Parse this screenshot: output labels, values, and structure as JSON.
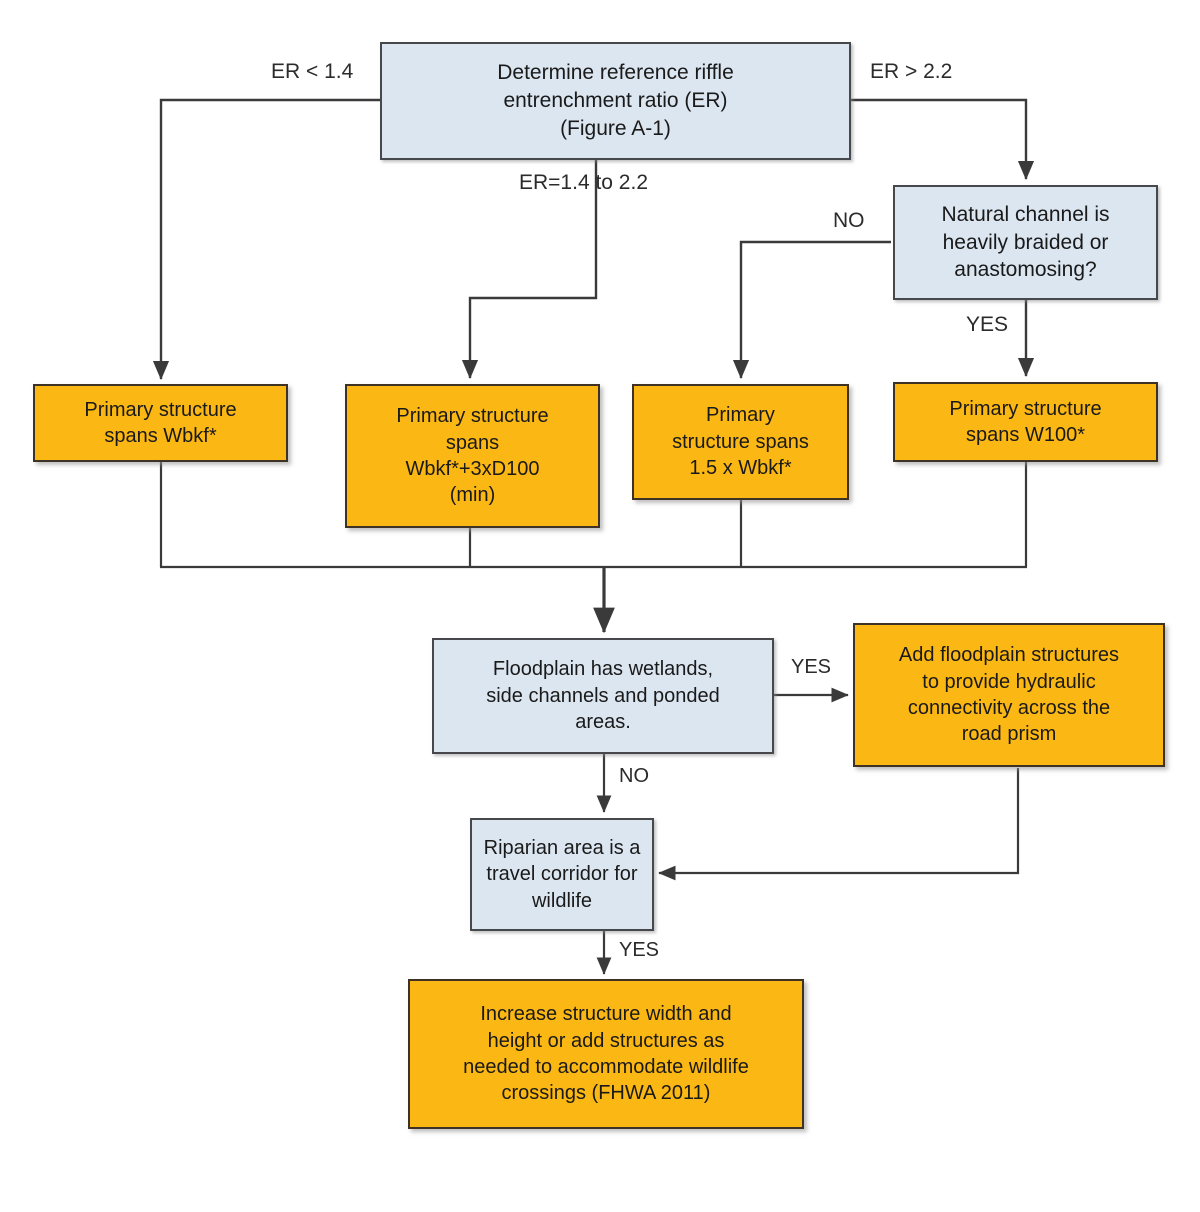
{
  "diagram": {
    "title": "Stream crossing structure sizing decision flowchart",
    "colors": {
      "decision_fill": "#dce6f1",
      "action_fill": "#fbb713",
      "decision_border": "#46484b",
      "action_border": "#3d3223",
      "connector": "#3a3a3a",
      "background": "#ffffff"
    },
    "nodes": [
      {
        "id": "determine-er",
        "kind": "decision",
        "text": "Determine reference riffle\nentrenchment ratio (ER)\n(Figure A-1)"
      },
      {
        "id": "natural-channel-braided",
        "kind": "decision",
        "text": "Natural channel is\nheavily braided or\nanastomosing?"
      },
      {
        "id": "primary-spans-wbkf",
        "kind": "action",
        "text": "Primary structure\nspans Wbkf*"
      },
      {
        "id": "primary-spans-wbkf-3xd100",
        "kind": "action",
        "text": "Primary structure\nspans\nWbkf*+3xD100\n(min)"
      },
      {
        "id": "primary-spans-1-5-wbkf",
        "kind": "action",
        "text": "Primary\nstructure spans\n1.5 x Wbkf*"
      },
      {
        "id": "primary-spans-w100",
        "kind": "action",
        "text": "Primary structure\nspans W100*"
      },
      {
        "id": "floodplain-wetlands",
        "kind": "decision",
        "text": "Floodplain has wetlands,\nside channels and ponded\nareas."
      },
      {
        "id": "add-floodplain-structures",
        "kind": "action",
        "text": "Add floodplain structures\nto provide hydraulic\nconnectivity across the\nroad prism"
      },
      {
        "id": "riparian-travel-corridor",
        "kind": "decision",
        "text": "Riparian area is a\ntravel corridor for\nwildlife"
      },
      {
        "id": "increase-structure-width",
        "kind": "action",
        "text": "Increase structure width and\nheight or add structures as\nneeded to accommodate wildlife\ncrossings  (FHWA 2011)"
      }
    ],
    "edge_labels": [
      {
        "id": "er-less-than-1-4",
        "text": "ER < 1.4"
      },
      {
        "id": "er-greater-than-2-2",
        "text": "ER > 2.2"
      },
      {
        "id": "er-1-4-to-2-2",
        "text": "ER=1.4 to 2.2"
      },
      {
        "id": "braided-no",
        "text": "NO"
      },
      {
        "id": "braided-yes",
        "text": "YES"
      },
      {
        "id": "floodplain-yes",
        "text": "YES"
      },
      {
        "id": "floodplain-no",
        "text": "NO"
      },
      {
        "id": "riparian-yes",
        "text": "YES"
      }
    ]
  }
}
